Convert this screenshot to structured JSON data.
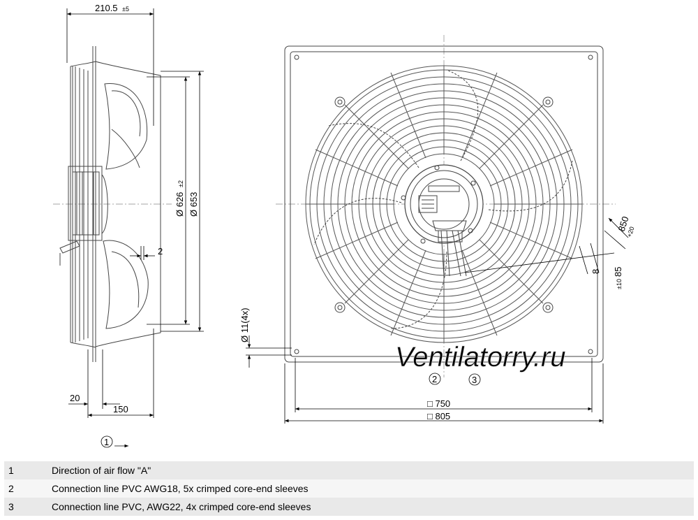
{
  "dimensions": {
    "side_overall": "210.5",
    "side_overall_tol": "±5",
    "inner_diameter": "Ø 626",
    "inner_diameter_tol": "±2",
    "outer_diameter": "Ø 653",
    "gap": "2",
    "flange": "20",
    "depth": "150",
    "hole": "Ø 11(4x)",
    "square_inner": "□ 750",
    "square_outer": "□ 805",
    "cable_length": "850",
    "cable_length_tol": "+20",
    "strip_length": "85",
    "strip_length_tol": "±10",
    "sleeve": "8"
  },
  "callouts": {
    "airflow": "1",
    "line_pvc_awg18": "2",
    "line_pvc_awg22": "3"
  },
  "watermark": "Ventilatorry.ru",
  "legend": [
    {
      "num": "1",
      "text": "Direction of air flow \"A\""
    },
    {
      "num": "2",
      "text": "Connection line PVC AWG18, 5x crimped core-end sleeves"
    },
    {
      "num": "3",
      "text": "Connection line PVC, AWG22, 4x crimped core-end sleeves"
    }
  ]
}
